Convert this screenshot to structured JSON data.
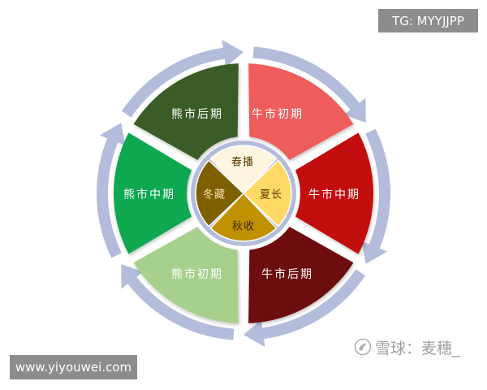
{
  "segments": {
    "bull_early": {
      "label": "牛市初期",
      "color": "#ef5b5b"
    },
    "bull_mid": {
      "label": "牛市中期",
      "color": "#c20a0a"
    },
    "bull_late": {
      "label": "牛市后期",
      "color": "#6d0a0a"
    },
    "bear_early": {
      "label": "熊市初期",
      "color": "#a8d08d"
    },
    "bear_mid": {
      "label": "熊市中期",
      "color": "#0aa84f"
    },
    "bear_late": {
      "label": "熊市后期",
      "color": "#3a5b28"
    }
  },
  "seasons": {
    "spring": {
      "label": "春播",
      "color": "#fdf5e0"
    },
    "summer": {
      "label": "夏长",
      "color": "#ffd966"
    },
    "autumn": {
      "label": "秋收",
      "color": "#bf9000"
    },
    "winter": {
      "label": "冬藏",
      "color": "#7f6000"
    }
  },
  "ring_color": "#b4bcdc",
  "watermarks": {
    "tg": "TG: MYYJJPP",
    "url": "www.yiyouwei.com",
    "xueqiu": "雪球：麦穗_"
  }
}
